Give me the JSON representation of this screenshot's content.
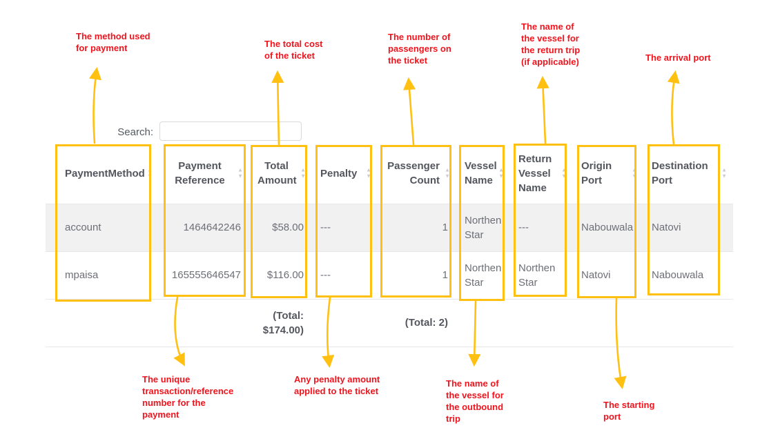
{
  "colors": {
    "highlight_gold": "#ffc011",
    "annotation_red": "#f2131c",
    "header_text": "#54565e",
    "body_text": "#6d6f76",
    "stripe_row": "#f1f1f2",
    "row_border": "#e7e7e9"
  },
  "icons": {
    "sort_asc": "▲",
    "sort_desc": "▼"
  },
  "search": {
    "label": "Search:",
    "value": "",
    "placeholder": ""
  },
  "table": {
    "columns": [
      {
        "key": "payment-method",
        "label": "PaymentMethod",
        "header_align": "left",
        "align": "left"
      },
      {
        "key": "payment-reference",
        "label": "Payment Reference",
        "header_align": "center",
        "align": "right"
      },
      {
        "key": "total-amount",
        "label": "Total Amount",
        "header_align": "center",
        "align": "right"
      },
      {
        "key": "penalty",
        "label": "Penalty",
        "header_align": "left",
        "align": "left"
      },
      {
        "key": "passenger-count",
        "label": "Passenger Count",
        "header_align": "right",
        "align": "right"
      },
      {
        "key": "vessel-name",
        "label": "Vessel Name",
        "header_align": "left",
        "align": "left"
      },
      {
        "key": "return-vessel-name",
        "label": "Return Vessel Name",
        "header_align": "left",
        "align": "left"
      },
      {
        "key": "origin-port",
        "label": "Origin Port",
        "header_align": "left",
        "align": "left"
      },
      {
        "key": "destination-port",
        "label": "Destination Port",
        "header_align": "left",
        "align": "left"
      }
    ],
    "rows": [
      [
        "account",
        "1464642246",
        "$58.00",
        "---",
        "1",
        "Northen Star",
        "---",
        "Nabouwala",
        "Natovi"
      ],
      [
        "mpaisa",
        "165555646547",
        "$116.00",
        "---",
        "1",
        "Northen Star",
        "Northen Star",
        "Natovi",
        "Nabouwala"
      ]
    ],
    "footer": [
      "",
      "",
      "(Total: $174.00)",
      "",
      "(Total: 2)",
      "",
      "",
      "",
      ""
    ]
  },
  "annotations": {
    "payment_method": {
      "text": "The method used\nfor payment"
    },
    "total_amount": {
      "text": "The total cost\nof the ticket"
    },
    "passenger_count": {
      "text": "The number of\npassengers on\nthe ticket"
    },
    "return_vessel": {
      "text": "The name of\nthe vessel for\nthe return trip\n(if applicable)"
    },
    "arrival_port": {
      "text": "The arrival port"
    },
    "payment_reference": {
      "text": "The unique\ntransaction/reference\nnumber for the\npayment"
    },
    "penalty": {
      "text": "Any penalty amount\napplied to the ticket"
    },
    "outbound_vessel": {
      "text": "The name of\nthe vessel for\nthe outbound\ntrip"
    },
    "starting_port": {
      "text": "The starting\nport"
    }
  }
}
